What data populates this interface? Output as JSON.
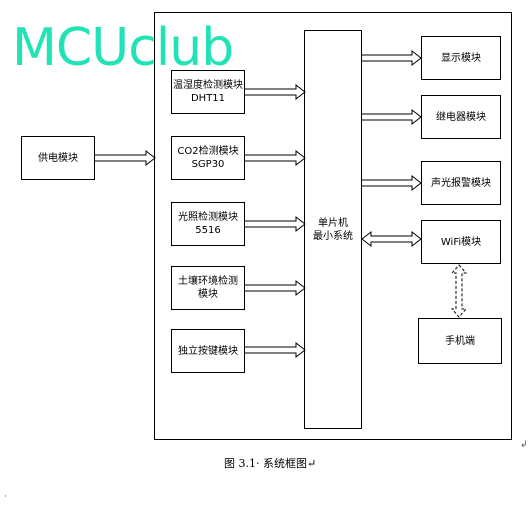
{
  "watermark": "MCUclub",
  "caption": "图 3.1· 系统框图↵",
  "blocks": {
    "power": "供电模块",
    "dht11_line1": "温湿度检测模块",
    "dht11_line2": "DHT11",
    "co2_line1": "CO2检测模块",
    "co2_line2": "SGP30",
    "light_line1": "光照检测模块",
    "light_line2": "5516",
    "soil": "土壤环境检测模块",
    "key": "独立按键模块",
    "mcu_line1": "单片机",
    "mcu_line2": "最小系统",
    "display": "显示模块",
    "relay": "继电器模块",
    "alarm": "声光报警模块",
    "wifi": "WiFi模块",
    "phone": "手机端"
  },
  "side_mark": "↲",
  "corner_mark": "·"
}
